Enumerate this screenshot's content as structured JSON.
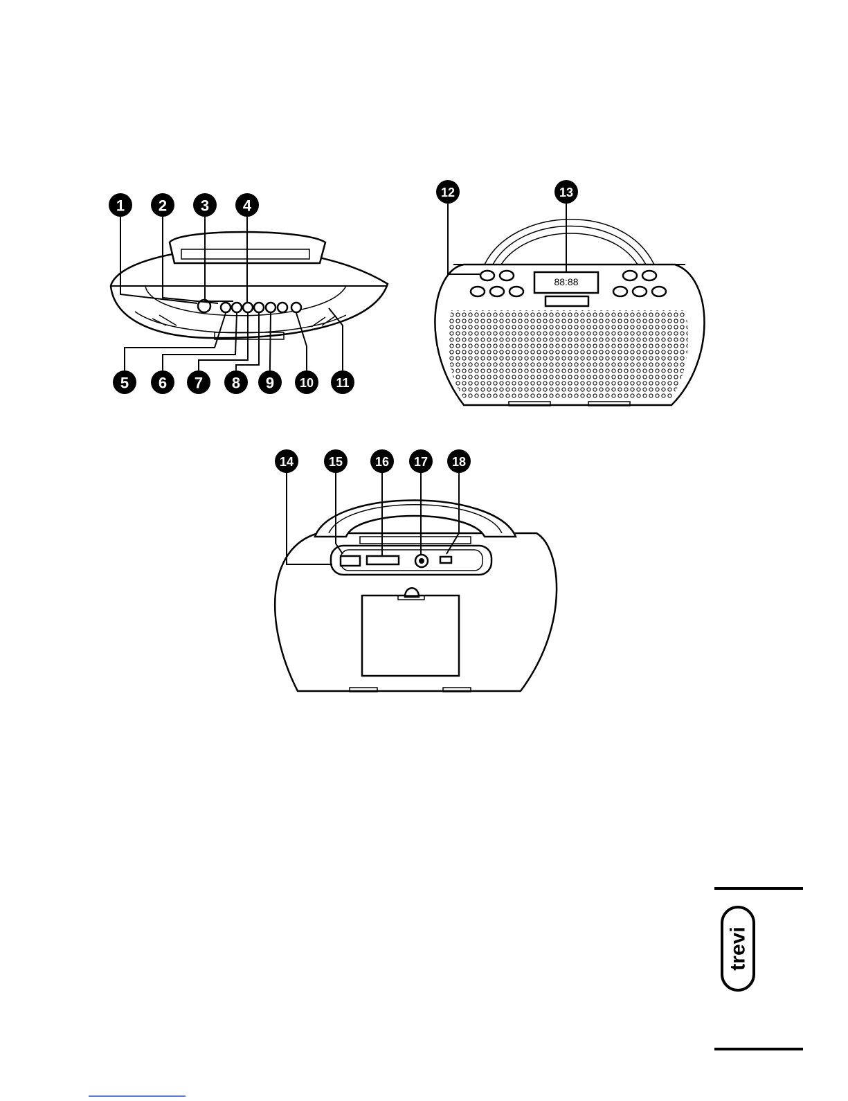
{
  "figure": {
    "callouts": [
      "1",
      "2",
      "3",
      "4",
      "5",
      "6",
      "7",
      "8",
      "9",
      "10",
      "11",
      "12",
      "13",
      "14",
      "15",
      "16",
      "17",
      "18"
    ]
  },
  "brand": {
    "logo_text": "trevi"
  },
  "icons": {
    "logo": "trevi-logo-icon"
  },
  "colors": {
    "ink": "#000000",
    "paper": "#ffffff"
  }
}
